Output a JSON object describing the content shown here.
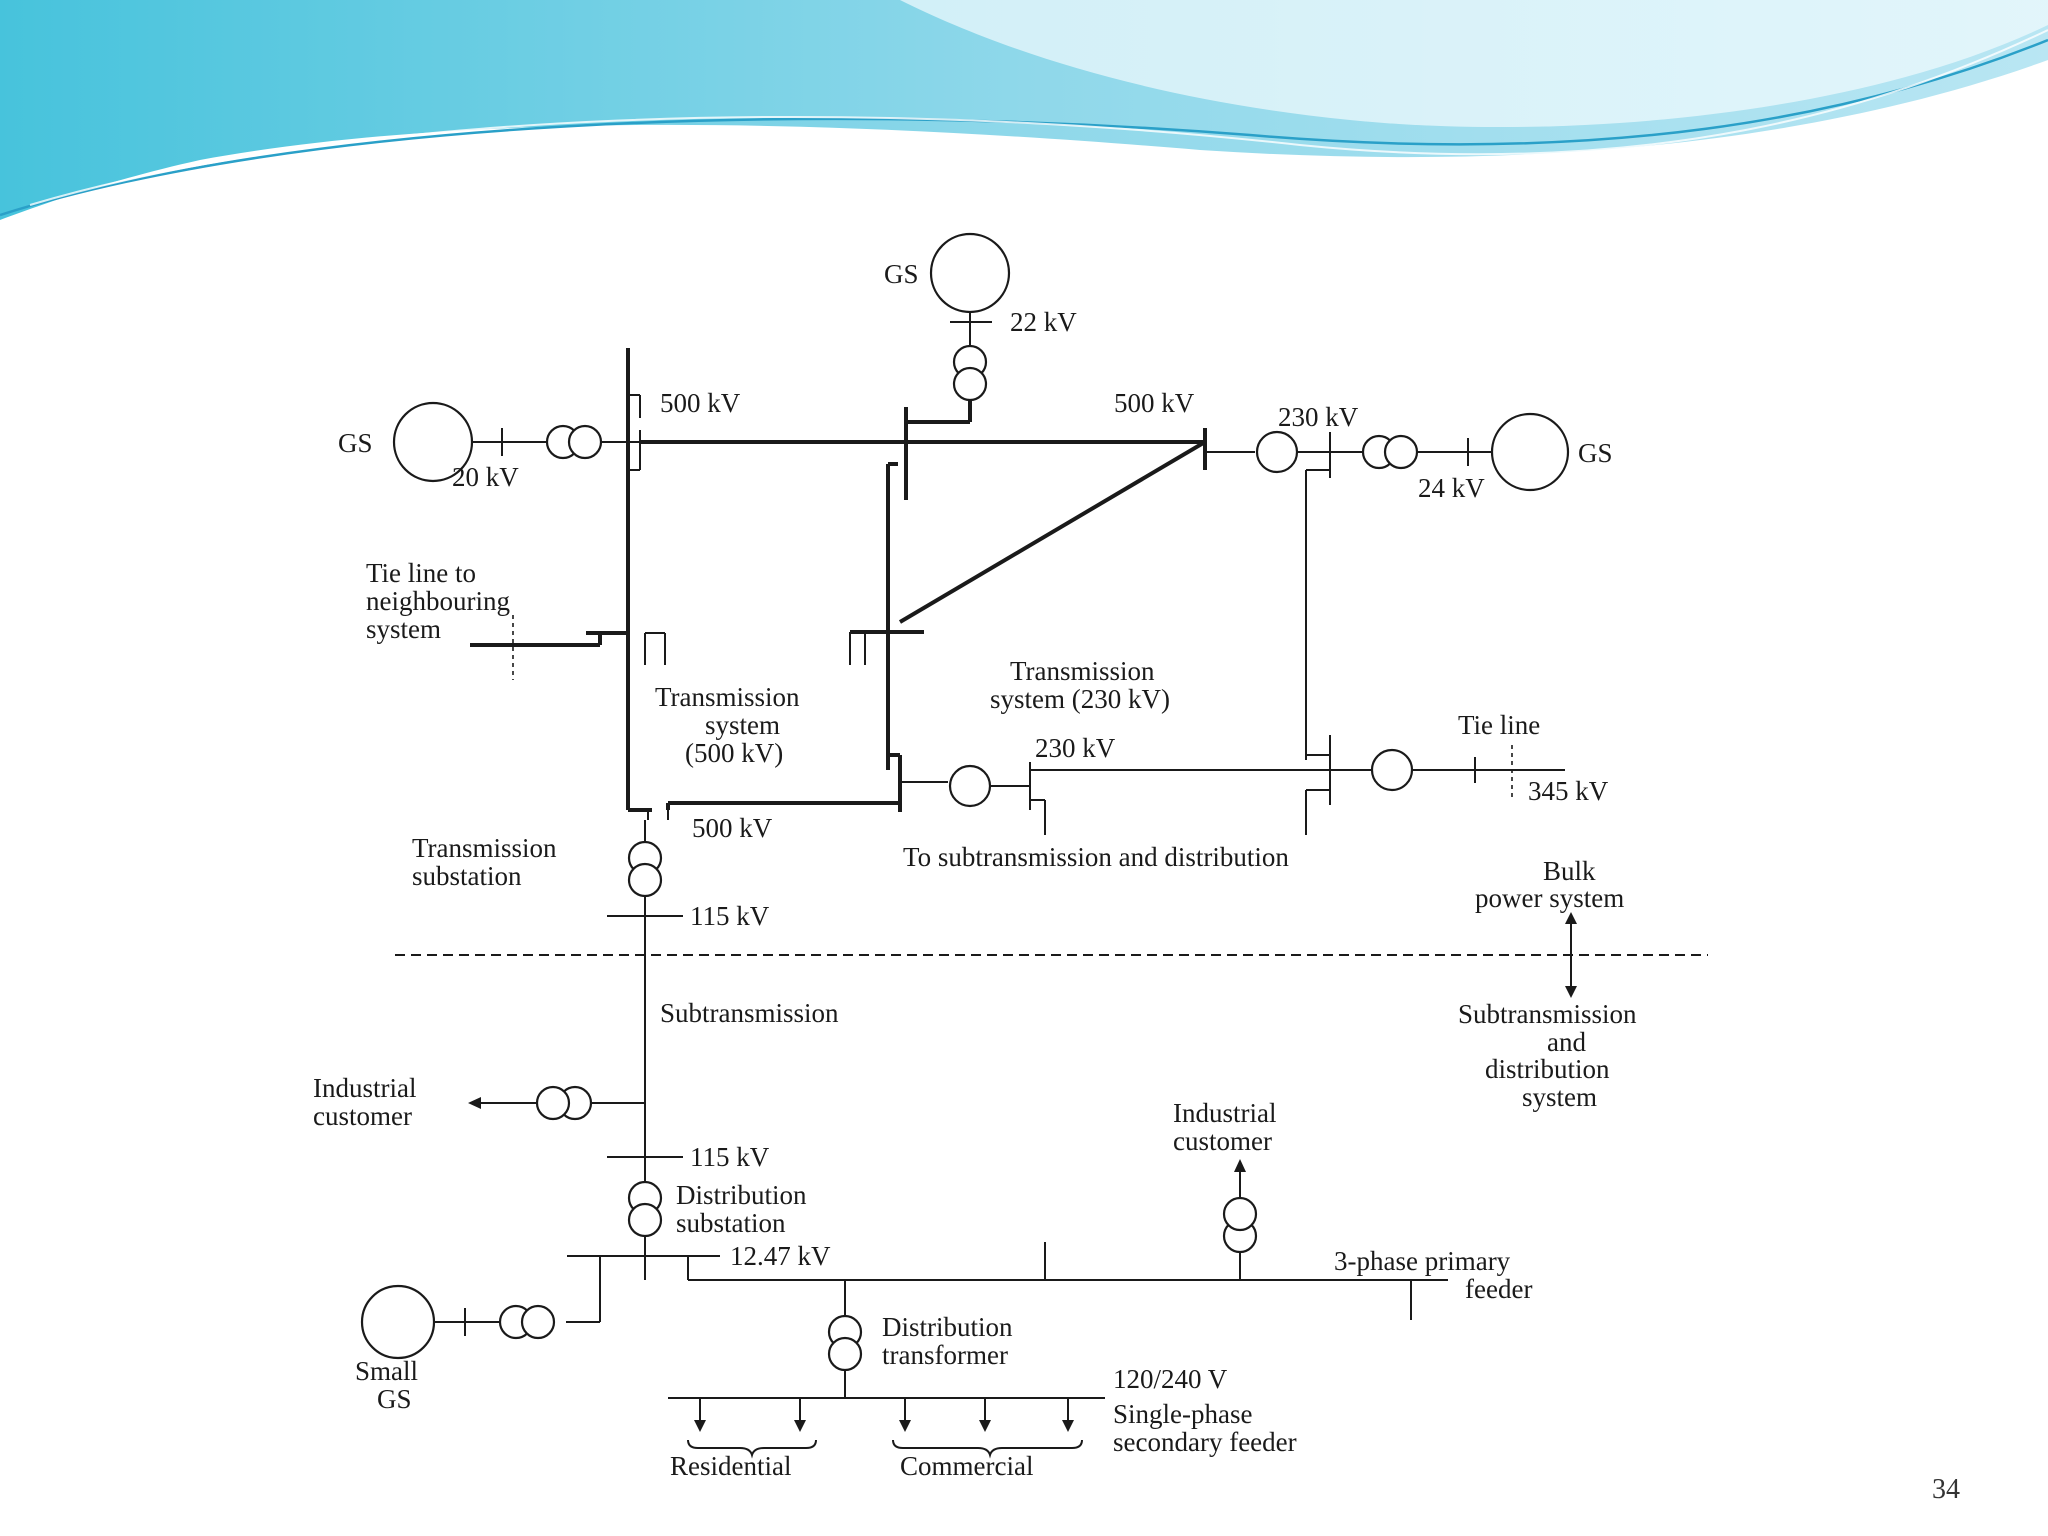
{
  "slide": {
    "page_number": "34",
    "header_colors": {
      "light": "#cdeef7",
      "mid": "#7fd3e6",
      "deep": "#3bb6d6",
      "accent": "#2aa0c8"
    }
  },
  "diagram": {
    "labels": {
      "gs_top": "GS",
      "kv22": "22 kV",
      "gs_left": "GS",
      "kv20": "20 kV",
      "kv500_left": "500 kV",
      "kv500_right": "500 kV",
      "kv230_top": "230 kV",
      "gs_right": "GS",
      "kv24": "24 kV",
      "tie_line_neighbour_1": "Tie line to",
      "tie_line_neighbour_2": "neighbouring",
      "tie_line_neighbour_3": "system",
      "trans500_1": "Transmission",
      "trans500_2": "system",
      "trans500_3": "(500 kV)",
      "trans230_1": "Transmission",
      "trans230_2": "system (230 kV)",
      "kv230_mid": "230 kV",
      "tie_line": "Tie line",
      "kv345": "345 kV",
      "kv500_bottom": "500 kV",
      "to_subtransmission": "To subtransmission and distribution",
      "trans_substation_1": "Transmission",
      "trans_substation_2": "substation",
      "kv115_top": "115 kV",
      "bulk_1": "Bulk",
      "bulk_2": "power system",
      "subtransmission": "Subtransmission",
      "sub_dist_1": "Subtransmission",
      "sub_dist_2": "and",
      "sub_dist_3": "distribution",
      "sub_dist_4": "system",
      "industrial_left_1": "Industrial",
      "industrial_left_2": "customer",
      "industrial_right_1": "Industrial",
      "industrial_right_2": "customer",
      "kv115_bottom": "115 kV",
      "dist_substation_1": "Distribution",
      "dist_substation_2": "substation",
      "kv1247": "12.47 kV",
      "primary_feeder_1": "3-phase primary",
      "primary_feeder_2": "feeder",
      "small_gs_1": "Small",
      "small_gs_2": "GS",
      "dist_transformer_1": "Distribution",
      "dist_transformer_2": "transformer",
      "v120_240": "120/240  V",
      "secondary_1": "Single-phase",
      "secondary_2": "secondary  feeder",
      "residential": "Residential",
      "commercial": "Commercial"
    }
  }
}
